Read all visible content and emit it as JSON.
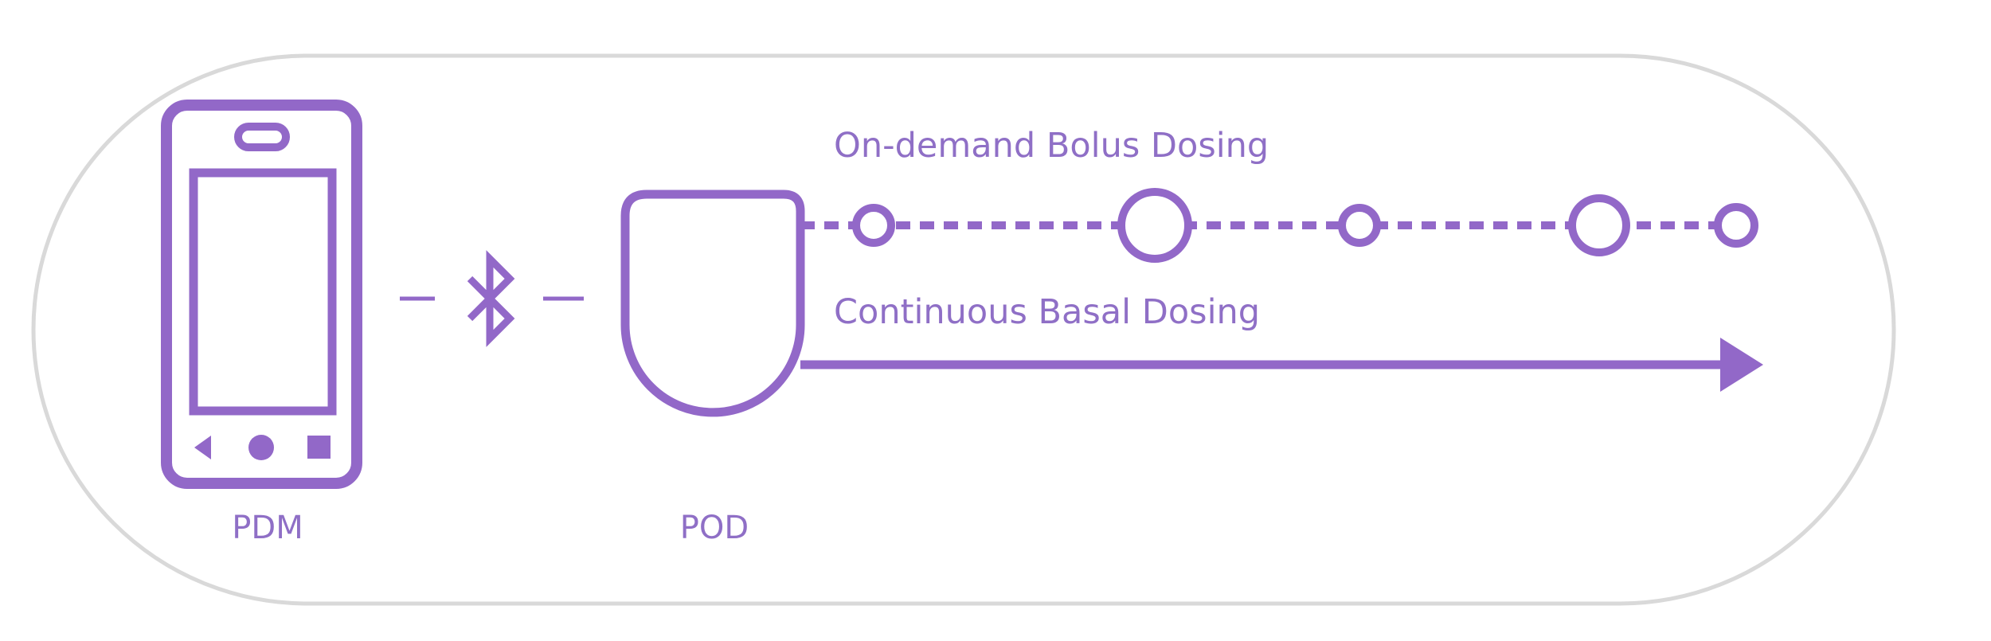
{
  "diagram": {
    "accent_color": "#9268c8",
    "label_color": "#8f6fc6",
    "frame_color": "#d9d9d9",
    "device_label": "PDM",
    "pod_label": "POD",
    "bolus_label": "On-demand Bolus Dosing",
    "basal_label": "Continuous Basal Dosing",
    "connection_icon": "bluetooth-icon"
  }
}
